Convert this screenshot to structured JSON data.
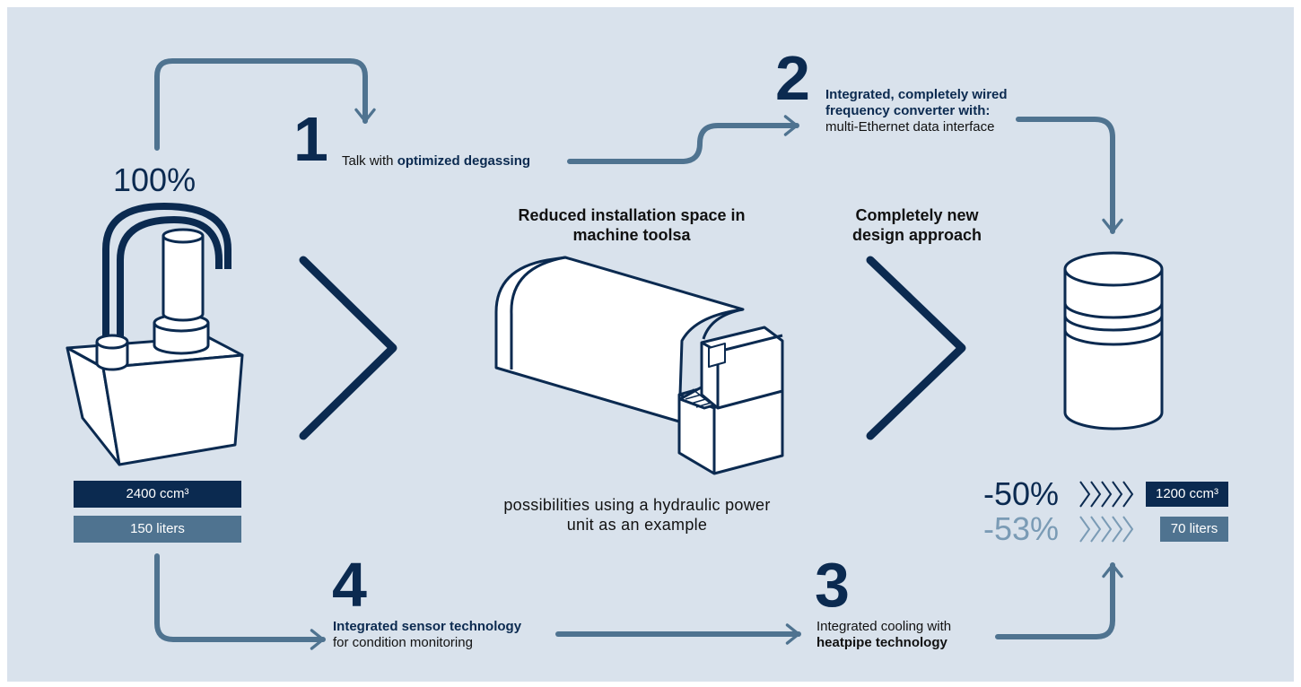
{
  "colors": {
    "background": "#d9e2ec",
    "navy": "#0b2a50",
    "steel": "#4f7390",
    "light": "#7a9bb5"
  },
  "left": {
    "percent": "100%",
    "volume_ccm": "2400 ccm³",
    "volume_liters": "150 liters"
  },
  "step1": {
    "number": "1",
    "text": "Talk with ",
    "bold": "optimized degassing"
  },
  "step2": {
    "number": "2",
    "bold": "Integrated, completely wired frequency converter with:",
    "text": "multi-Ethernet data interface"
  },
  "step3": {
    "number": "3",
    "text": "Integrated cooling with",
    "bold": "heatpipe technology"
  },
  "step4": {
    "number": "4",
    "bold": "Integrated sensor technology",
    "text": "for condition monitoring"
  },
  "center": {
    "heading": "Reduced installation space in machine toolsa",
    "caption": "possibilities using a hydraulic power unit as an example"
  },
  "right_heading": "Completely new design approach",
  "results": [
    {
      "percent": "-50%",
      "value": "1200 ccm³"
    },
    {
      "percent": "-53%",
      "value": "70 liters"
    }
  ],
  "icons": [
    "hydraulic-tank-icon",
    "hydraulic-power-unit-icon",
    "compact-cylinder-icon",
    "chevron-right-icon",
    "arrow-icon"
  ]
}
